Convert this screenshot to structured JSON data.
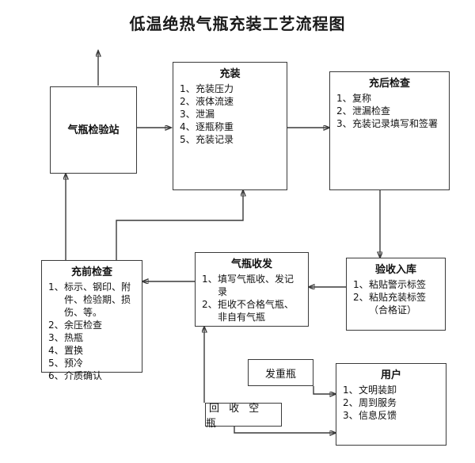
{
  "title": "低温绝热气瓶充装工艺流程图",
  "nodes": {
    "inspection_station": {
      "header": "气瓶检验站",
      "items": []
    },
    "filling": {
      "header": "充装",
      "items": [
        {
          "num": "1、",
          "text": "充装压力"
        },
        {
          "num": "2、",
          "text": "液体流速"
        },
        {
          "num": "3、",
          "text": "泄漏"
        },
        {
          "num": "4、",
          "text": "逐瓶称重"
        },
        {
          "num": "5、",
          "text": "充装记录"
        }
      ]
    },
    "post_check": {
      "header": "充后检查",
      "items": [
        {
          "num": "1、",
          "text": "复称"
        },
        {
          "num": "2、",
          "text": "泄漏检查"
        },
        {
          "num": "3、",
          "text": "充装记录填写和签署"
        }
      ]
    },
    "pre_check": {
      "header": "充前检查",
      "items": [
        {
          "num": "1、",
          "text": "标示、钢印、附件、检验期、损伤、等。"
        },
        {
          "num": "2、",
          "text": "余压检查"
        },
        {
          "num": "3、",
          "text": "热瓶"
        },
        {
          "num": "4、",
          "text": "置换"
        },
        {
          "num": "5、",
          "text": "预冷"
        },
        {
          "num": "6、",
          "text": "介质确认"
        }
      ]
    },
    "dispatch": {
      "header": "气瓶收发",
      "items": [
        {
          "num": "1、",
          "text": "填写气瓶收、发记录"
        },
        {
          "num": "2、",
          "text": "拒收不合格气瓶、非自有气瓶"
        }
      ]
    },
    "acceptance": {
      "header": "验收入库",
      "items": [
        {
          "num": "1、",
          "text": "粘贴警示标签"
        },
        {
          "num": "2、",
          "text": "粘贴充装标签（合格证）"
        }
      ]
    },
    "customer": {
      "header": "用户",
      "items": [
        {
          "num": "1、",
          "text": "文明装卸"
        },
        {
          "num": "2、",
          "text": "周到服务"
        },
        {
          "num": "3、",
          "text": "信息反馈"
        }
      ]
    }
  },
  "labels": {
    "send_full": "发重瓶",
    "recover_empty": "回 收 空 瓶"
  },
  "colors": {
    "stroke": "#3a3a3a",
    "text": "#111111",
    "background": "#ffffff"
  }
}
